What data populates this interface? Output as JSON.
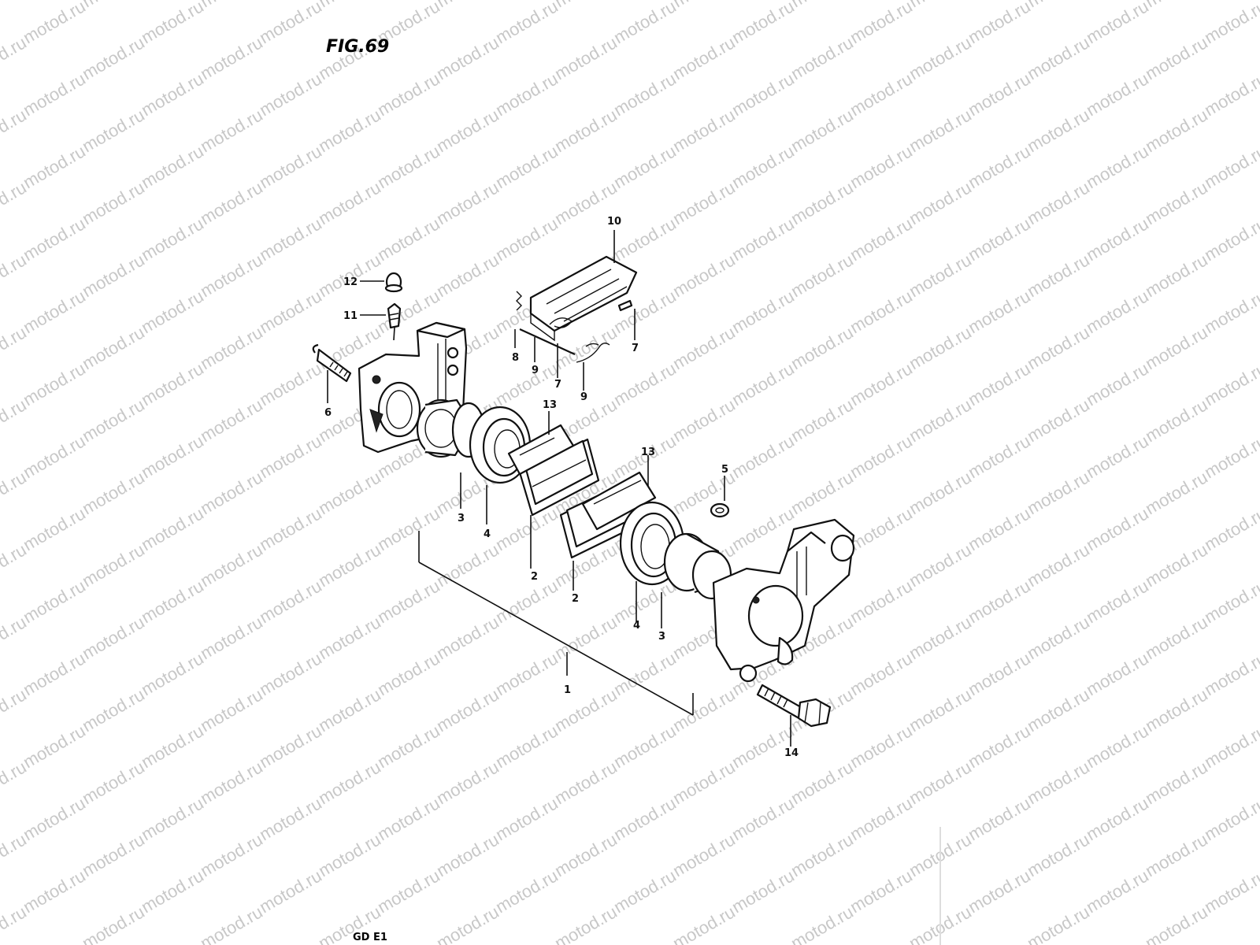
{
  "figure": {
    "title": "FIG.69",
    "footer": "GD E1",
    "watermark": "motod.ru"
  },
  "callouts": [
    {
      "id": "c1",
      "text": "1"
    },
    {
      "id": "c2a",
      "text": "2"
    },
    {
      "id": "c2b",
      "text": "2"
    },
    {
      "id": "c3a",
      "text": "3"
    },
    {
      "id": "c3b",
      "text": "3"
    },
    {
      "id": "c4a",
      "text": "4"
    },
    {
      "id": "c4b",
      "text": "4"
    },
    {
      "id": "c5",
      "text": "5"
    },
    {
      "id": "c6",
      "text": "6"
    },
    {
      "id": "c7a",
      "text": "7"
    },
    {
      "id": "c7b",
      "text": "7"
    },
    {
      "id": "c8",
      "text": "8"
    },
    {
      "id": "c9a",
      "text": "9"
    },
    {
      "id": "c9b",
      "text": "9"
    },
    {
      "id": "c10",
      "text": "10"
    },
    {
      "id": "c11",
      "text": "11"
    },
    {
      "id": "c12",
      "text": "12"
    },
    {
      "id": "c13a",
      "text": "13"
    },
    {
      "id": "c13b",
      "text": "13"
    },
    {
      "id": "c14",
      "text": "14"
    }
  ]
}
